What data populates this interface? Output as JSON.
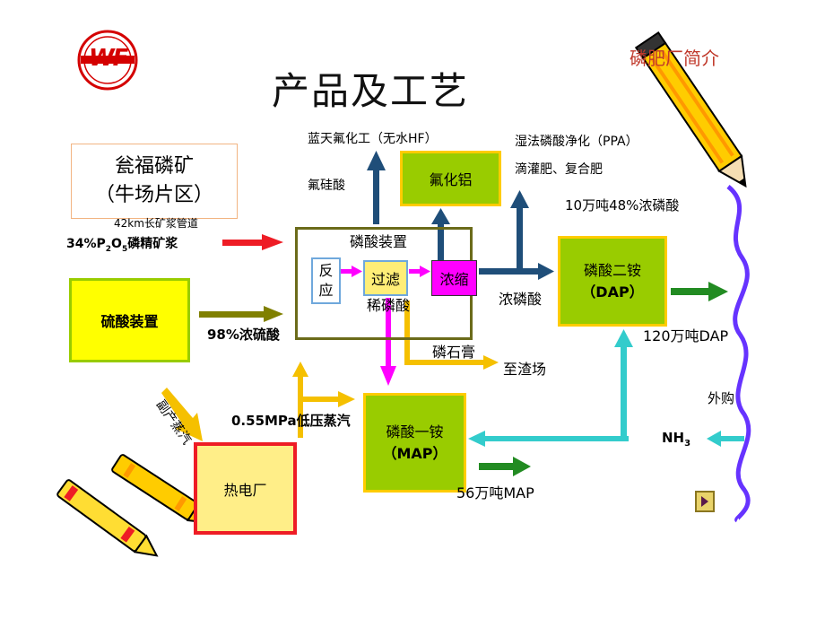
{
  "logo": {
    "text": "WF",
    "color": "#d40000"
  },
  "header": {
    "title": "产品及工艺",
    "section_label": "磷肥厂简介"
  },
  "labels": {
    "source_box_line1": "瓮福磷矿",
    "source_box_line2": "（牛场片区）",
    "pipeline": "42km长矿浆管道",
    "ore_pct": "34%P",
    "ore_sub2": "2",
    "ore_o": "O",
    "ore_sub5": "5",
    "ore_rest": "磷精矿浆",
    "sulfuric_acid_98": "98%浓硫酸",
    "byproduct_steam": "副产蒸汽",
    "low_pressure_steam": "0.55MPa低压蒸汽",
    "hf_line": "蓝天氟化工（无水HF）",
    "fluorosilicic_acid": "氟硅酸",
    "ppa_line": "湿法磷酸净化（PPA）",
    "drip_fert_line": "滴灌肥、复合肥",
    "conc_acid_capacity": "10万吨48%浓磷酸",
    "conc_acid": "浓磷酸",
    "dilute_acid": "稀磷酸",
    "phosphogypsum": "磷石膏",
    "to_slag_yard": "至渣场",
    "dap_output": "120万吨DAP",
    "outsourced": "外购",
    "nh3": "NH",
    "nh3_sub": "3",
    "map_output": "56万吨MAP"
  },
  "boxes": {
    "sulfuric_plant": "硫酸装置",
    "phosphoric_plant": "磷酸装置",
    "reaction_1": "反",
    "reaction_2": "应",
    "filtration": "过滤",
    "concentration": "浓缩",
    "aluminum_fluoride": "氟化铝",
    "dap_plant_line1": "磷酸二铵",
    "dap_plant_line2": "（DAP）",
    "map_plant_line1": "磷酸一铵",
    "map_plant_line2": "（MAP）",
    "power_plant": "热电厂"
  },
  "colors": {
    "green_box": "#99cc00",
    "yellow_box": "#ffff66",
    "gold_border": "#ffcc00",
    "power_fill": "#ffee88",
    "power_border": "#ee1c25",
    "navy_arrow": "#1f4e79",
    "red_arrow": "#ee1c25",
    "olive_arrow": "#808000",
    "magenta_arrow": "#ff00ff",
    "cyan_arrow": "#33cccc",
    "dark_green_arrow": "#228b22",
    "gold_arrow": "#f5c000",
    "purple_border": "#6633ff",
    "title_red": "#c0392b"
  },
  "icons": [
    "company-logo-icon",
    "pencil-icon",
    "crayon-icon",
    "next-slide-icon"
  ]
}
